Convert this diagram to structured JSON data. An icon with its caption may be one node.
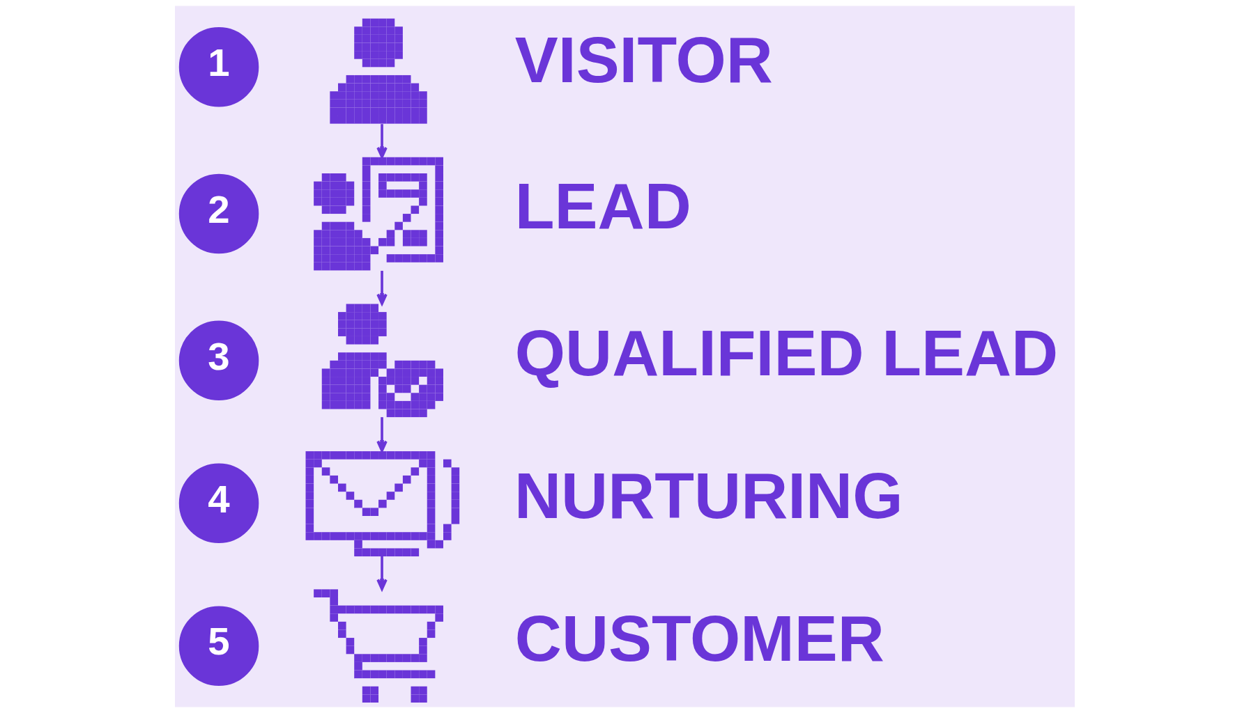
{
  "diagram": {
    "nodes": [
      {
        "text": [
          "1"
        ]
      },
      {
        "text": [],
        "shape": "picture",
        "beside": [
          "VISITOR"
        ]
      },
      {
        "text": [
          "2"
        ]
      },
      {
        "text": [],
        "shape": "picture",
        "beside": [
          "LEAD"
        ]
      },
      {
        "text": [
          "3"
        ]
      },
      {
        "text": [],
        "shape": "picture",
        "beside": [
          "QUALIFIED LEAD"
        ]
      },
      {
        "text": [
          "4"
        ]
      },
      {
        "text": [],
        "shape": "picture",
        "beside": [
          "NURTURING"
        ]
      },
      {
        "text": [
          "5"
        ]
      },
      {
        "text": [],
        "shape": "picture",
        "beside": [
          "CUSTOMER"
        ]
      }
    ],
    "edges": [
      {
        "from": 1,
        "to": 3,
        "arrow": "to"
      },
      {
        "from": 3,
        "to": 5,
        "arrow": "to"
      },
      {
        "from": 5,
        "to": 7,
        "arrow": "to"
      },
      {
        "from": 7,
        "to": 9,
        "arrow": "to"
      }
    ]
  }
}
